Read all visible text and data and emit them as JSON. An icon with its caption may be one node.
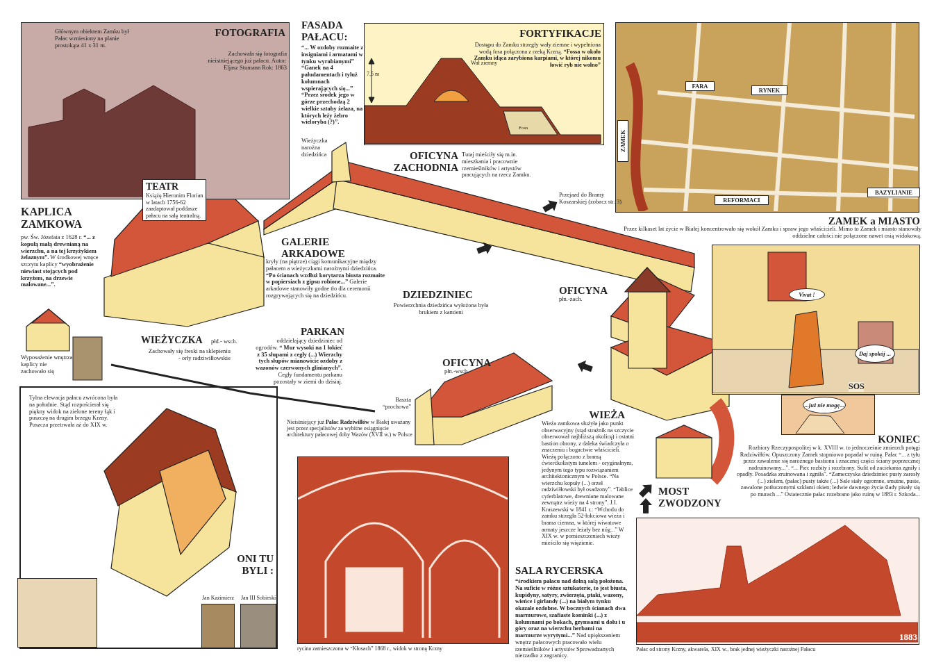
{
  "diagram": {
    "nodes": [
      {
        "text": [
          "Głównym obiektem Zamku był Pałac wzniesiony na planie prostokąta 41 x 31 m.",
          "FOTOGRAFIA",
          "Zachowała się fotografia nieistniejącego już pałacu. Autor: Eljasz Stumann Rok: 1863"
        ]
      },
      {
        "text": [
          "FORTYFIKACJE",
          "Dostępu do Zamku strzegły wały ziemne i wypełniona wodą fosa połączona z rzeką Krzną. **“Fossa w około Zamku idąca zarybiona karpiami, w której nikomu łowić ryb nie wolno”**",
          "Wał ziemny",
          "Fosa"
        ]
      },
      {
        "text": [],
        "shape": "picture"
      },
      {
        "text": [
          "FARA"
        ],
        "in": 2
      },
      {
        "text": [
          "RYNEK"
        ],
        "in": 2
      },
      {
        "text": [
          "ZAMEK"
        ],
        "in": 2
      },
      {
        "text": [
          "REFORMACI"
        ],
        "in": 2
      },
      {
        "text": [
          "BAZYLIANIE"
        ],
        "in": 2
      },
      {
        "text": [
          "TEATR",
          "Książę Hieronim Florian w latach 1756-62 zaadaptował poddasze pałacu na salę teatralną."
        ]
      },
      {
        "text": [],
        "shape": "picture"
      },
      {
        "text": [
          "Vivat !"
        ],
        "in": 9
      },
      {
        "text": [
          "Daj spokój ..."
        ],
        "in": 9
      },
      {
        "text": [],
        "shape": "picture"
      },
      {
        "text": [
          "...już nie mogę..."
        ],
        "in": 12
      },
      {
        "text": [
          "Tylna elewacja pałacu zwrócona była na południe. Stąd rozpościerał się piękny widok na zielone tereny łąk i puszczę na drugim brzegu Krzny. Puszcza przetrwała aż do XIX w."
        ]
      },
      {
        "text": [
          "Jan Kazimierz"
        ],
        "in": 14
      },
      {
        "text": [
          "Jan III Sobieski"
        ],
        "in": 14
      },
      {
        "text": [],
        "shape": "picture",
        "beside": [
          "rycina zamieszczona w “Kłosach” 1868 r., widok w stronę Krzny"
        ]
      },
      {
        "text": [
          "1883"
        ],
        "beside": [
          "Pałac od strony Krzny, akwarela, XIX w., brak jednej wieżyczki narożnej Pałacu"
        ]
      }
    ],
    "labels": [
      "FASADA PAŁACU:",
      "“... W ozdoby rozmaite z insigniami i armatami w tynku wyrabianymi” “Ganek na 4 paludamentach i tyluż kolumnach wspierających się...” “Przez środek jego w górze przechodzą 2 wielkie sztaby żelaza, na których leży żebro wieloryba (?)”.",
      "7,5 m",
      "Wieżyczka narożna dziedzińca",
      "OFICYNA ZACHODNIA",
      "Tutaj mieściły się m.in. mieszkania i pracownie rzemieślników i artystów pracujących na rzecz Zamku.",
      "Przejazd do Bramy Koszarskiej (zobacz str. 3)",
      "ZAMEK a MIASTO",
      "Przez kilkaset lat życie w Białej koncentrowało się wokół Zamku i spraw jego właścicieli. Mimo to Zamek i miasto stanowiły oddzielne całości nie połączone nawet osią widokową.",
      "KAPLICA ZAMKOWA",
      "pw. Św. Józefata z 1628 r. **“... z kopułą małą drewnianą na wierzchu, a na tej krzyżykiem żelaznym”.** W środkowej wnęce szczytu kaplicy **“wyobrażenie niewiast stojących pod krzyżem, na drzewie malowane...”.**",
      "GALERIE ARKADOWE",
      "kryły (na piętrze) ciągi komunikacyjne między pałacem a wieżyczkami narożnymi dziedzińca. **“Po ścianach wzdłuż korytarza biusta rozmaite w popiersiach z gipsu robione...”** Galerie arkadowe stanowiły godne tło dla ceremonii rozgrywających się na dziedzińcu.",
      "OFICYNA",
      "płn.-zach.",
      "DZIEDZINIEC",
      "Powierzchnia dziedzińca wyłożona była brukiem z kamieni",
      "Wyposażenie wnętrza kaplicy nie zachowało się",
      "WIEŻYCZKA",
      "płd.- wsch.",
      "Zachowały się freski na sklepieniu - orły radziwiłłowskie",
      "PARKAN",
      "oddzielający dziedziniec od ogrodów. **“ Mur wysoki na 1 łokieć z 35 słupami z cegły (...) Wierzchy tych słupów mianowicie ozdoby z wazonów czerwonych glinianych”.** Cegły fundamentu parkanu pozostały w ziemi do dzisiaj.",
      "OFICYNA",
      "płn.-wsch.",
      "Baszta “prochowa”",
      "Nieistniejący już **Pałac Radziwiłłów** w Białej uważany jest przez specjalistów za wybitne osiągnięcie architektury pałacowej doby Wazów (XVII w.) w Polsce",
      "WIEŻA",
      "Wieża zamkowa służyła jako punkt obserwacyjny (stąd strażnik na szczycie obserwował najbliższą okolicę) i ostatni bastion obrony, z daleka świadczyła o znaczeniu i bogactwie właścicieli. Wieżę połączono z bramą ćwierćkolistym tunelem - oryginalnym, jedynym tego typu rozwiązaniem architektonicznym w Polsce. “Na wierzchu kopuły (...) orzeł radziwiłłowski był osadzony”. “Tablice cyferblatowe, drewniane malowane zewnątrz wieży na 4 strony”. J.I. Kraszewski w 1841 r.: “Wchodu do zamku strzegła 52-łokciowa wieża i brama ciemna, w której wiwatowe armaty jeszcze leżały bez nóg...” W XIX w. w pomieszczeniach wieży mieściło się więzienie.",
      "KONIEC",
      "Rozbiory Rzeczypospolitej w k. XVIII w. to jednocześnie zmierzch potęgi Radziwiłłów. Opuszczony Zamek stopniowo popadał w ruinę. Pałac “... z tyłu przez zawalenie się narożnego bastionu i znacznej części ściany poprzecznej nadruinowany...”. “... Piec rozbity i rozebrany. Sufit od zaciekania zgniły i opadły. Posadzka zruinowana i zgniła”. “Zameczyska dziedziniec pusty zarosły (...) zielem, (pałac) pusty także (...) Sale stały ogromne, smutne, puste, zawalone potłuczonymi szkłami okien; ledwie dawnego życia ślady pisały się po murach ...” Ostatecznie pałac rozebrano jako ruinę w 1883 r. Szkoda...",
      "MOST ZWODZONY",
      "ONI TU BYLI :",
      "SALA RYCERSKA",
      "**“środkiem pałacu nad dolną salą położona. Na suficie w różne sztukaterie, to jest biusta, kupidyny, satyry, zwierzęta, ptaki, wazony, wieńce i girlandy (...) na białym tynku okazale ozdobne. W bocznych ścianach dwa marmurowe, szafiaste kominki (...) z kolumnami po bokach, gzymsami u dołu i u góry oraz na wierzchu herbami na marmurze wyrytymi...”** Nad upiększaniem wnętrz pałacowych pracowało wielu rzemieślników i artystów Sprowadzanych nierzadko z zagranicy.",
      "SOS"
    ]
  }
}
